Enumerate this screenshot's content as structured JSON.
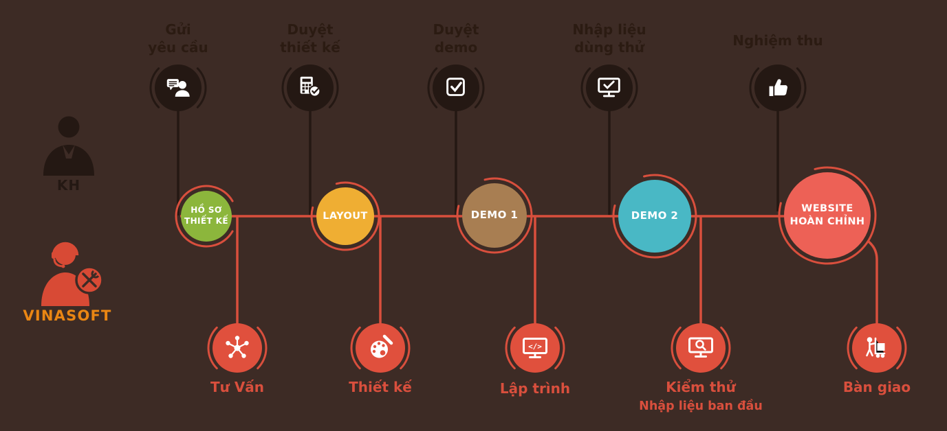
{
  "colors": {
    "background": "#3d2b25",
    "dark": "#241813",
    "connector_red": "#d94f3d",
    "bottom_circle_red": "#e0503d",
    "milestone_green": "#8cb63c",
    "milestone_yellow": "#efae33",
    "milestone_brown": "#a87e52",
    "milestone_teal": "#49b8c5",
    "milestone_coral": "#ed6156",
    "brand_orange": "#ea8613"
  },
  "actors": {
    "customer_label": "KH",
    "company_label": "VINASOFT"
  },
  "icons": {
    "code_glyph": "</>"
  },
  "top_steps": [
    {
      "line1": "Gửi",
      "line2": "yêu cầu",
      "icon": "person-chat-icon"
    },
    {
      "line1": "Duyệt",
      "line2": "thiết kế",
      "icon": "design-check-icon"
    },
    {
      "line1": "Duyệt",
      "line2": "demo",
      "icon": "checklist-icon"
    },
    {
      "line1": "Nhập liệu",
      "line2": "dùng thử",
      "icon": "monitor-check-icon"
    },
    {
      "line1": "Nghiệm thu",
      "line2": "",
      "icon": "thumbs-up-icon"
    }
  ],
  "milestones": [
    {
      "line1": "HỒ SƠ",
      "line2": "THIẾT KẾ",
      "color": "#8cb63c"
    },
    {
      "line1": "LAYOUT",
      "line2": "",
      "color": "#efae33"
    },
    {
      "line1": "DEMO 1",
      "line2": "",
      "color": "#a87e52"
    },
    {
      "line1": "DEMO 2",
      "line2": "",
      "color": "#49b8c5"
    },
    {
      "line1": "WEBSITE",
      "line2": "HOÀN CHỈNH",
      "color": "#ed6156"
    }
  ],
  "bottom_steps": [
    {
      "label": "Tư Vấn",
      "sublabel": "",
      "icon": "network-icon"
    },
    {
      "label": "Thiết kế",
      "sublabel": "",
      "icon": "palette-icon"
    },
    {
      "label": "Lập trình",
      "sublabel": "",
      "icon": "code-monitor-icon"
    },
    {
      "label": "Kiểm thử",
      "sublabel": "Nhập liệu ban đầu",
      "icon": "search-monitor-icon"
    },
    {
      "label": "Bàn giao",
      "sublabel": "",
      "icon": "delivery-icon"
    }
  ]
}
